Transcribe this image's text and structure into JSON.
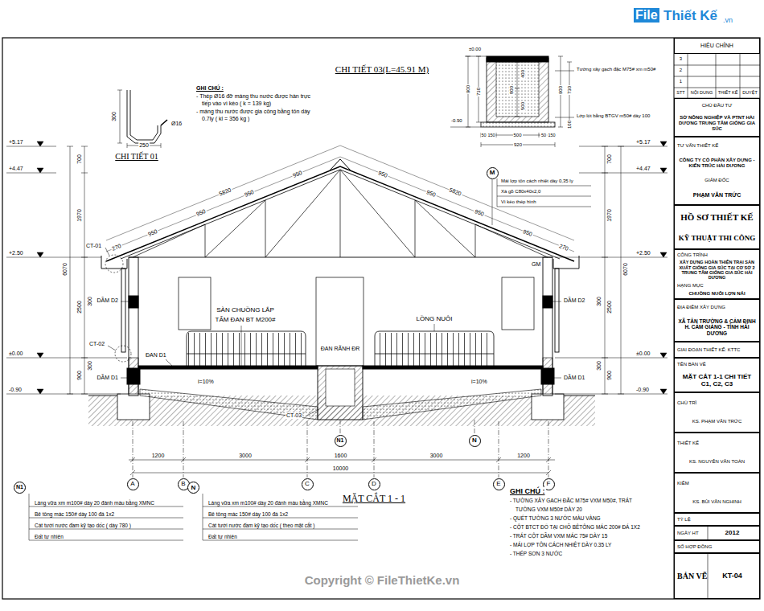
{
  "diagram": {
    "nodes": [
      {
        "text": [
          "HIỆU CHỈNH"
        ]
      },
      {
        "text": [
          "CHỦ ĐẦU TƯ",
          "SỞ NÔNG NGHIỆP VÀ PTNT HẢI DƯƠNG TRUNG TÂM GIỐNG GIA SÚC"
        ]
      },
      {
        "text": [
          "TƯ VẤN THIẾT KẾ",
          "CÔNG TY CỔ PHẦN XÂY DỰNG - KIẾN TRÚC HẢI DƯƠNG",
          "GIÁM ĐỐC",
          "PHẠM VĂN TRỨC"
        ]
      },
      {
        "text": [
          "HỒ SƠ THIẾT KẾ",
          "KỸ THUẬT THI CÔNG"
        ]
      },
      {
        "text": [
          "CÔNG TRÌNH",
          "XÂY DỰNG HOÀN THIỆN TRẠI SẢN XUẤT GIỐNG GIA SÚC TẠI CƠ SỞ 2 TRUNG TÂM GIỐNG GIA SÚC HẢI DƯƠNG",
          "HẠNG MỤC",
          "CHUỒNG NUÔI LỢN NÁI"
        ]
      },
      {
        "text": [
          "ĐỊA ĐIỂM XÂY DỰNG",
          "XÃ TÂN TRƯỜNG & CẨM ĐỊNH H. CẨM GIÀNG - TỈNH HẢI DƯƠNG"
        ]
      },
      {
        "text": [
          "GIAI ĐOẠN THIẾT KẾ: KTTC"
        ]
      },
      {
        "text": [
          "TÊN BẢN VẼ",
          "MẶT CẮT 1-1 CHI TIẾT C1, C2, C3"
        ]
      },
      {
        "text": [
          "CHỦ TRÌ",
          "KS. PHẠM VĂN TRỨC"
        ]
      },
      {
        "text": [
          "THIẾT KẾ",
          "KS. NGUYỄN VĂN TOẢN"
        ]
      },
      {
        "text": [
          "KIỂM",
          "KS. BÙI VĂN NGHINH"
        ]
      },
      {
        "text": [
          "TỶ LỆ"
        ]
      },
      {
        "text": [
          "NGÀY HT",
          "2012"
        ]
      },
      {
        "text": [
          "SỐ HỢP ĐỒNG"
        ]
      },
      {
        "text": [
          "BẢN VẼ",
          "KT-04"
        ]
      },
      {
        "text": [
          "M"
        ]
      },
      {
        "text": [
          "N1"
        ]
      },
      {
        "text": [
          "N"
        ]
      },
      {
        "text": [
          "A"
        ]
      },
      {
        "text": [
          "B"
        ]
      },
      {
        "text": [
          "C"
        ]
      },
      {
        "text": [
          "D"
        ]
      },
      {
        "text": [
          "E"
        ]
      },
      {
        "text": [
          "F"
        ]
      },
      {
        "text": [
          "N1"
        ]
      },
      {
        "text": [
          "N"
        ]
      }
    ],
    "labels": [
      "File",
      "Thiết Kế",
      ".vn",
      "Copyright © FileThietKe.vn",
      "300",
      "Ø16",
      "250",
      "CHI TIẾT 01",
      "GHI CHÚ :",
      "- Thép Ø16 đỡ máng thu nước được hàn trực",
      "tiếp vào vì kèo ( k = 139 kg)",
      "- máng thu nước được gia công bằng tôn dày",
      "0.7ly ( kl = 356 kg )",
      "CHI TIẾT 03(L=45.91 M)",
      "±0.00",
      "-0.90",
      "900",
      "730",
      "400",
      "800",
      "500",
      "Tường xây gạch đặc M75# xm m50#",
      "Lớp lót bằng BTGV m50# dày 100",
      "900",
      "730",
      "100",
      "50",
      "150",
      "500",
      "50",
      "150",
      "920",
      "+5.17",
      "+4.47",
      "+2.50",
      "±0.00",
      "-0.90",
      "+5.17",
      "+4.47",
      "+2.50",
      "±0.00",
      "-0.90",
      "700",
      "1970",
      "2500",
      "900",
      "6070",
      "300",
      "300",
      "700",
      "1970",
      "2500",
      "900",
      "6070",
      "300",
      "300",
      "5820",
      "5820",
      "950",
      "950",
      "950",
      "950",
      "270",
      "950",
      "950",
      "950",
      "950",
      "270",
      "CT-01",
      "GM",
      "DẦM D2",
      "DẦM D2",
      "CT-02",
      "ĐAN D1",
      "DẦM D1",
      "DẦM D1",
      "SÀN CHUỒNG LẮP",
      "TẤM ĐAN BT M200#",
      "LỒNG NUÔI",
      "ĐAN RÃNH ĐR",
      "i=10%",
      "i=10%",
      "CT-03",
      "Mái lợp tôn cách nhiệt dày 0,35 ly",
      "Xà gồ C80x40x2,0",
      "Vì kèo thép hình",
      "1200",
      "3000",
      "1600",
      "3000",
      "1200",
      "10000",
      "MẶT CẮT 1 - 1",
      "Láng vữa xm m100# dày 20 đánh màu bằng XMNC",
      "Bê tông mác 150# dày 100 đá 1x2",
      "Cát tưới nước đầm kỹ tạo dốc ( dày 780 )",
      "Đất tự nhiên",
      "Láng vữa xm m100# dày 20 đánh màu bằng XMNC",
      "Bê tông mác 150# dày 100 đá 1x2",
      "Cát tưới nước đầm kỹ tạo dốc ( theo mặt cắt )",
      "Đất tự nhiên",
      "GHI CHÚ :",
      "- TƯỜNG XÂY GẠCH ĐẶC M75# VXM M50#, TRÁT",
      "TƯỜNG VXM M50# DÀY 20",
      "- QUÉT TƯỜNG 3 NƯỚC MÀU VÀNG",
      "- CỘT BTCT ĐỔ TẠI CHỖ BÊTÔNG MÁC 200# ĐÁ 1X2",
      "- TRÁT CỘT DẦM VXM MÁC 75# DÀY 15",
      "- MÁI LỢP TÔN CÁCH NHIỆT DÀY 0.35 LY",
      "- THÉP SƠN 3 NƯỚC",
      "3",
      "2",
      "1",
      "STT",
      "NỘI DUNG",
      "THIẾT KẾ",
      "DUYỆT"
    ]
  }
}
